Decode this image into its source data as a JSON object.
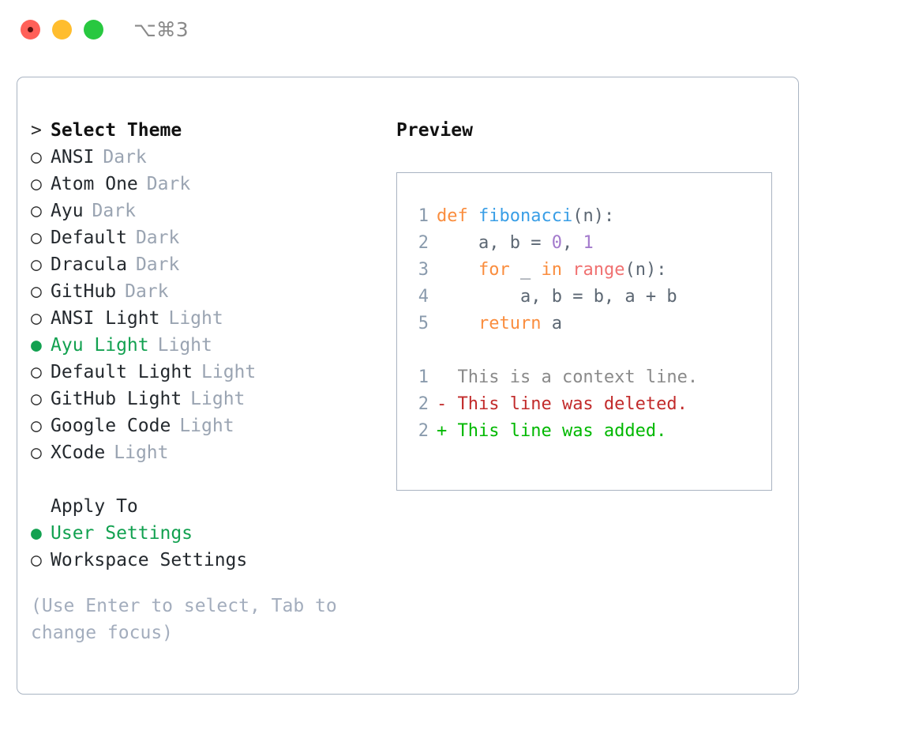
{
  "titlebar": {
    "shortcut": "⌥⌘3",
    "lights": [
      "close",
      "minimize",
      "zoom"
    ]
  },
  "theme_list": {
    "heading_marker": ">",
    "heading": "Select Theme",
    "items": [
      {
        "marker": "○",
        "label": "ANSI",
        "suffix": "Dark",
        "selected": false
      },
      {
        "marker": "○",
        "label": "Atom One",
        "suffix": "Dark",
        "selected": false
      },
      {
        "marker": "○",
        "label": "Ayu",
        "suffix": "Dark",
        "selected": false
      },
      {
        "marker": "○",
        "label": "Default",
        "suffix": "Dark",
        "selected": false
      },
      {
        "marker": "○",
        "label": "Dracula",
        "suffix": "Dark",
        "selected": false
      },
      {
        "marker": "○",
        "label": "GitHub",
        "suffix": "Dark",
        "selected": false
      },
      {
        "marker": "○",
        "label": "ANSI Light",
        "suffix": "Light",
        "selected": false
      },
      {
        "marker": "●",
        "label": "Ayu Light",
        "suffix": "Light",
        "selected": true
      },
      {
        "marker": "○",
        "label": "Default Light",
        "suffix": "Light",
        "selected": false
      },
      {
        "marker": "○",
        "label": "GitHub Light",
        "suffix": "Light",
        "selected": false
      },
      {
        "marker": "○",
        "label": "Google Code",
        "suffix": "Light",
        "selected": false
      },
      {
        "marker": "○",
        "label": "XCode",
        "suffix": "Light",
        "selected": false
      }
    ]
  },
  "apply_to": {
    "heading": "Apply To",
    "items": [
      {
        "marker": "●",
        "label": "User Settings",
        "selected": true
      },
      {
        "marker": "○",
        "label": "Workspace Settings",
        "selected": false
      }
    ]
  },
  "hint": "(Use Enter to select, Tab to change focus)",
  "preview": {
    "title": "Preview",
    "code_lines": [
      {
        "num": "1",
        "tokens": [
          {
            "t": "def",
            "c": "kw"
          },
          {
            "t": " ",
            "c": "pl"
          },
          {
            "t": "fibonacci",
            "c": "fn"
          },
          {
            "t": "(n):",
            "c": "pl"
          }
        ]
      },
      {
        "num": "2",
        "tokens": [
          {
            "t": "    a, b ",
            "c": "var"
          },
          {
            "t": "= ",
            "c": "pl"
          },
          {
            "t": "0",
            "c": "num"
          },
          {
            "t": ", ",
            "c": "pl"
          },
          {
            "t": "1",
            "c": "num"
          }
        ]
      },
      {
        "num": "3",
        "tokens": [
          {
            "t": "    ",
            "c": "pl"
          },
          {
            "t": "for",
            "c": "kw"
          },
          {
            "t": " _ ",
            "c": "var"
          },
          {
            "t": "in",
            "c": "kw"
          },
          {
            "t": " ",
            "c": "pl"
          },
          {
            "t": "range",
            "c": "bi"
          },
          {
            "t": "(n):",
            "c": "pl"
          }
        ]
      },
      {
        "num": "4",
        "tokens": [
          {
            "t": "        a, b ",
            "c": "var"
          },
          {
            "t": "= ",
            "c": "pl"
          },
          {
            "t": "b, a ",
            "c": "var"
          },
          {
            "t": "+ ",
            "c": "pl"
          },
          {
            "t": "b",
            "c": "var"
          }
        ]
      },
      {
        "num": "5",
        "tokens": [
          {
            "t": "    ",
            "c": "pl"
          },
          {
            "t": "return",
            "c": "kw"
          },
          {
            "t": " a",
            "c": "var"
          }
        ]
      }
    ],
    "diff_lines": [
      {
        "num": "1",
        "sign": " ",
        "text": " This is a context line.",
        "kind": "ctx"
      },
      {
        "num": "2",
        "sign": "-",
        "text": " This line was deleted.",
        "kind": "del"
      },
      {
        "num": "2",
        "sign": "+",
        "text": " This line was added.",
        "kind": "add"
      }
    ]
  },
  "colors": {
    "accent_green": "#12a150",
    "border": "#a9b4c2",
    "muted": "#9aa4b2",
    "keyword": "#fa8d3e",
    "function": "#399ee6",
    "number": "#a37acc",
    "builtin": "#f07171",
    "diff_add": "#00b800",
    "diff_del": "#c22b2b"
  }
}
